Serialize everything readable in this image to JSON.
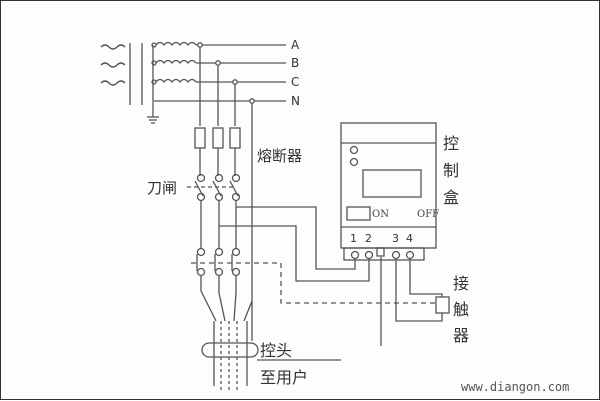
{
  "diagram": {
    "phases": [
      "A",
      "B",
      "C",
      "N"
    ],
    "labels": {
      "fuse": "熔断器",
      "knife_switch": "刀闸",
      "control_box_1": "控",
      "control_box_2": "制",
      "control_box_3": "盒",
      "contactor_1": "接",
      "contactor_2": "触",
      "contactor_3": "器",
      "ct_head": "控头",
      "to_user": "至用户",
      "on": "ON",
      "off": "OFF"
    },
    "terminals": [
      "1",
      "2",
      "3",
      "4"
    ],
    "watermark": "www.diangon.com",
    "colors": {
      "line": "#555555",
      "text": "#333333",
      "background": "#fdfdfd"
    }
  }
}
